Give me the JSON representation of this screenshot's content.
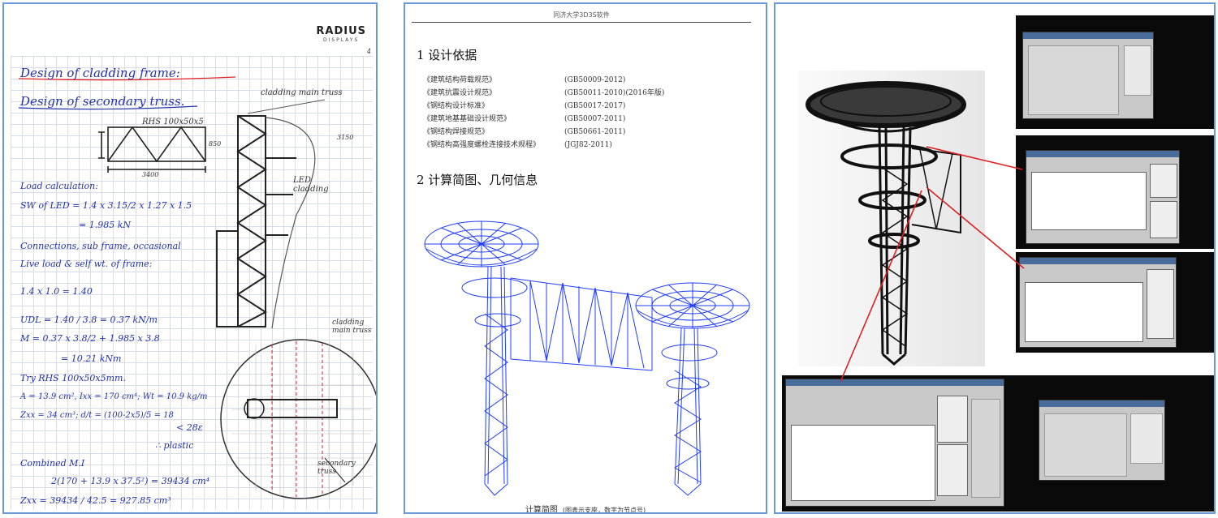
{
  "handwritten": {
    "logo": "RADIUS",
    "logo_sub": "DISPLAYS",
    "page_no": "4",
    "title": "Design of cladding frame:",
    "subtitle": "Design of secondary truss.",
    "annotations": {
      "main_truss": "cladding main truss",
      "rhs": "RHS 100x50x5",
      "led": "LED cladding",
      "secondary": "secondary truss",
      "cladding_frame": "cladding main truss",
      "dim1": "3400",
      "dim2": "850",
      "dim3": "3150"
    },
    "lines": [
      "Load calculation:",
      "SW of LED = 1.4 x 3.15/2 x 1.27 x 1.5",
      "= 1.985 kN",
      "Connections, sub frame, occasional",
      "Live load & self wt. of frame:",
      "1.4 x 1.0          = 1.40",
      "UDL  =  1.40 / 3.8  = 0.37 kN/m",
      "M  =  0.37 x 3.8/2 + 1.985 x 3.8",
      "=  10.21 kNm",
      "Try RHS 100x50x5mm.",
      "A = 13.9 cm², Ixx = 170 cm⁴; Wt = 10.9 kg/m",
      "Zxx = 34 cm³;  d/t = (100-2x5)/5 = 18",
      "< 28ε",
      "∴ plastic",
      "Combined M.I",
      "2(170 + 13.9 x 37.5²) = 39434 cm⁴",
      "Zxx = 39434 / 42.5 = 927.85 cm³"
    ]
  },
  "report": {
    "header": "同济大学3D3S软件",
    "section1": "1  设计依据",
    "codes": [
      {
        "name": "《建筑结构荷载规范》",
        "code": "(GB50009-2012)"
      },
      {
        "name": "《建筑抗震设计规范》",
        "code": "(GB50011-2010)(2016年版)"
      },
      {
        "name": "《钢结构设计标准》",
        "code": "(GB50017-2017)"
      },
      {
        "name": "《建筑地基基础设计规范》",
        "code": "(GB50007-2011)"
      },
      {
        "name": "《钢结构焊接规范》",
        "code": "(GB50661-2011)"
      },
      {
        "name": "《钢结构高强度螺栓连接技术规程》",
        "code": "(JGJ82-2011)"
      }
    ],
    "section2": "2  计算简图、几何信息",
    "caption": "计算简图",
    "caption_note": "(图表示支座，数字为节点号)"
  },
  "colors": {
    "panel_border": "#6a9ad6",
    "handwriting": "#2233aa",
    "model_blue": "#1f3cff",
    "callout_red": "#e02020"
  }
}
